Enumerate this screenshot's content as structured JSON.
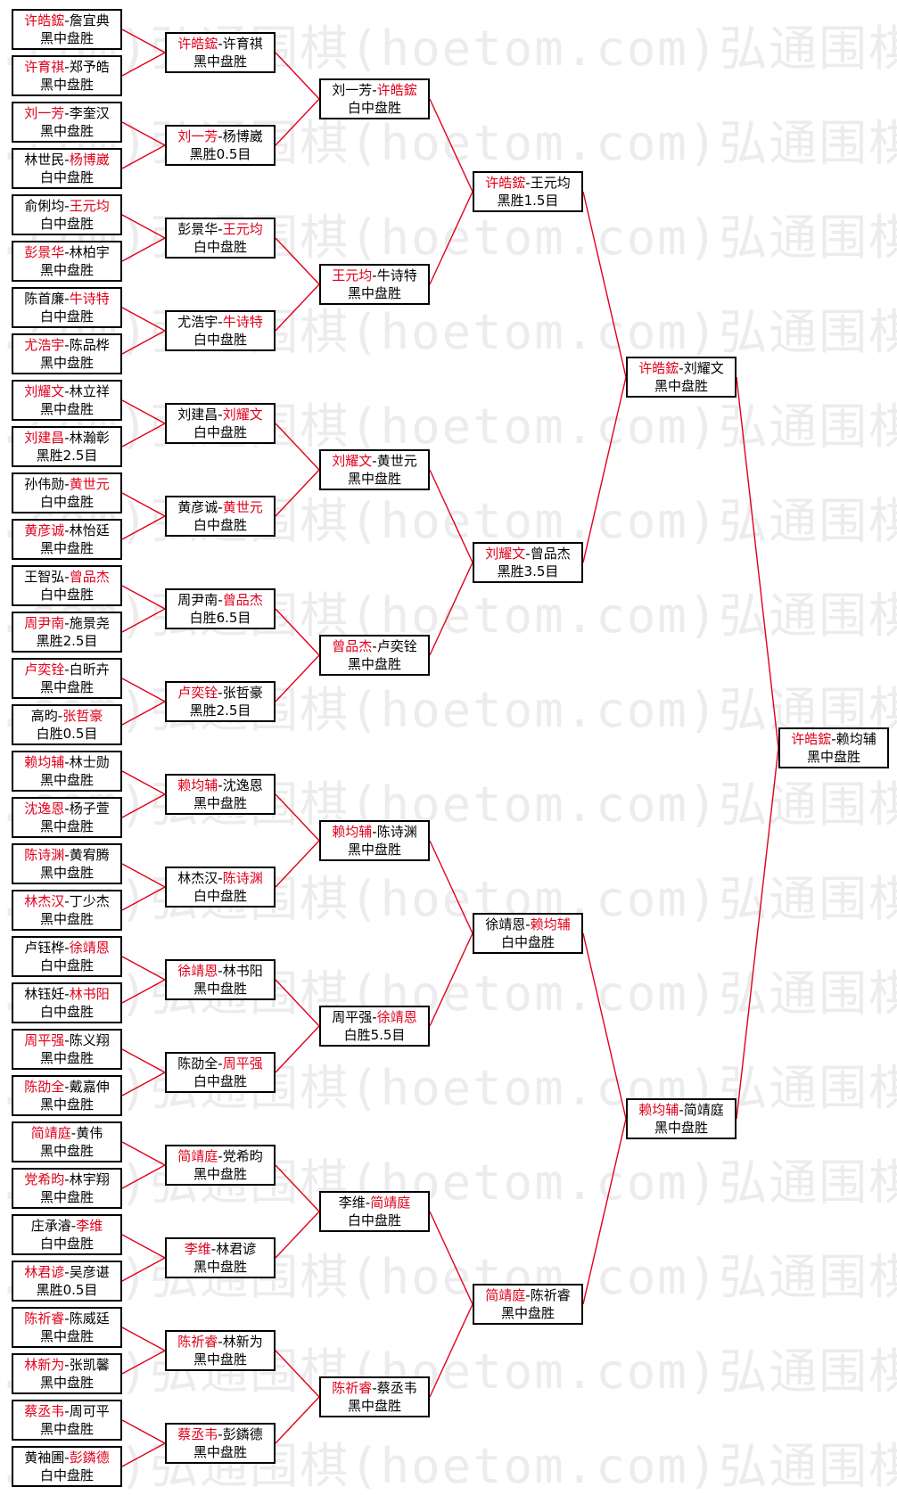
{
  "watermark": {
    "text": "弘通围棋(hoetom.com)"
  },
  "rounds": [
    [
      {
        "a": "许皓鋐",
        "b": "詹宜典",
        "winner": "a",
        "result": "黑中盘胜"
      },
      {
        "a": "许育祺",
        "b": "郑予皓",
        "winner": "a",
        "result": "黑中盘胜"
      },
      {
        "a": "刘一芳",
        "b": "李奎汉",
        "winner": "a",
        "result": "黑中盘胜"
      },
      {
        "a": "林世民",
        "b": "杨博崴",
        "winner": "b",
        "result": "白中盘胜"
      },
      {
        "a": "俞俐均",
        "b": "王元均",
        "winner": "b",
        "result": "白中盘胜"
      },
      {
        "a": "彭景华",
        "b": "林柏宇",
        "winner": "a",
        "result": "黑中盘胜"
      },
      {
        "a": "陈首廉",
        "b": "牛诗特",
        "winner": "b",
        "result": "白中盘胜"
      },
      {
        "a": "尤浩宇",
        "b": "陈品桦",
        "winner": "a",
        "result": "黑中盘胜"
      },
      {
        "a": "刘耀文",
        "b": "林立祥",
        "winner": "a",
        "result": "黑中盘胜"
      },
      {
        "a": "刘建昌",
        "b": "林瀚彰",
        "winner": "a",
        "result": "黑胜2.5目"
      },
      {
        "a": "孙伟勋",
        "b": "黄世元",
        "winner": "b",
        "result": "白中盘胜"
      },
      {
        "a": "黄彦诚",
        "b": "林怡廷",
        "winner": "a",
        "result": "黑中盘胜"
      },
      {
        "a": "王智弘",
        "b": "曾品杰",
        "winner": "b",
        "result": "白中盘胜"
      },
      {
        "a": "周尹南",
        "b": "施景尧",
        "winner": "a",
        "result": "黑胜2.5目"
      },
      {
        "a": "卢奕铨",
        "b": "白昕卉",
        "winner": "a",
        "result": "黑中盘胜"
      },
      {
        "a": "高昀",
        "b": "张哲豪",
        "winner": "b",
        "result": "白胜0.5目"
      },
      {
        "a": "赖均辅",
        "b": "林士勋",
        "winner": "a",
        "result": "黑中盘胜"
      },
      {
        "a": "沈逸恩",
        "b": "杨子萱",
        "winner": "a",
        "result": "黑中盘胜"
      },
      {
        "a": "陈诗渊",
        "b": "黄宥腾",
        "winner": "a",
        "result": "黑中盘胜"
      },
      {
        "a": "林杰汉",
        "b": "丁少杰",
        "winner": "a",
        "result": "黑中盘胜"
      },
      {
        "a": "卢钰桦",
        "b": "徐靖恩",
        "winner": "b",
        "result": "白中盘胜"
      },
      {
        "a": "林钰妊",
        "b": "林书阳",
        "winner": "b",
        "result": "白中盘胜"
      },
      {
        "a": "周平强",
        "b": "陈义翔",
        "winner": "a",
        "result": "黑中盘胜"
      },
      {
        "a": "陈劭全",
        "b": "戴嘉伸",
        "winner": "a",
        "result": "黑中盘胜"
      },
      {
        "a": "简靖庭",
        "b": "黄伟",
        "winner": "a",
        "result": "黑中盘胜"
      },
      {
        "a": "党希昀",
        "b": "林宇翔",
        "winner": "a",
        "result": "黑中盘胜"
      },
      {
        "a": "庄承濬",
        "b": "李维",
        "winner": "b",
        "result": "白中盘胜"
      },
      {
        "a": "林君谚",
        "b": "吴彦谌",
        "winner": "a",
        "result": "黑胜0.5目"
      },
      {
        "a": "陈祈睿",
        "b": "陈威廷",
        "winner": "a",
        "result": "黑中盘胜"
      },
      {
        "a": "林新为",
        "b": "张凯馨",
        "winner": "a",
        "result": "黑中盘胜"
      },
      {
        "a": "蔡丞韦",
        "b": "周可平",
        "winner": "a",
        "result": "黑中盘胜"
      },
      {
        "a": "黄袖圃",
        "b": "彭鏻德",
        "winner": "b",
        "result": "白中盘胜"
      }
    ],
    [
      {
        "a": "许皓鋐",
        "b": "许育祺",
        "winner": "a",
        "result": "黑中盘胜"
      },
      {
        "a": "刘一芳",
        "b": "杨博崴",
        "winner": "a",
        "result": "黑胜0.5目"
      },
      {
        "a": "彭景华",
        "b": "王元均",
        "winner": "b",
        "result": "白中盘胜"
      },
      {
        "a": "尤浩宇",
        "b": "牛诗特",
        "winner": "b",
        "result": "白中盘胜"
      },
      {
        "a": "刘建昌",
        "b": "刘耀文",
        "winner": "b",
        "result": "白中盘胜"
      },
      {
        "a": "黄彦诚",
        "b": "黄世元",
        "winner": "b",
        "result": "白中盘胜"
      },
      {
        "a": "周尹南",
        "b": "曾品杰",
        "winner": "b",
        "result": "白胜6.5目"
      },
      {
        "a": "卢奕铨",
        "b": "张哲豪",
        "winner": "a",
        "result": "黑胜2.5目"
      },
      {
        "a": "赖均辅",
        "b": "沈逸恩",
        "winner": "a",
        "result": "黑中盘胜"
      },
      {
        "a": "林杰汉",
        "b": "陈诗渊",
        "winner": "b",
        "result": "白中盘胜"
      },
      {
        "a": "徐靖恩",
        "b": "林书阳",
        "winner": "a",
        "result": "黑中盘胜"
      },
      {
        "a": "陈劭全",
        "b": "周平强",
        "winner": "b",
        "result": "白中盘胜"
      },
      {
        "a": "简靖庭",
        "b": "党希昀",
        "winner": "a",
        "result": "黑中盘胜"
      },
      {
        "a": "李维",
        "b": "林君谚",
        "winner": "a",
        "result": "黑中盘胜"
      },
      {
        "a": "陈祈睿",
        "b": "林新为",
        "winner": "a",
        "result": "黑中盘胜"
      },
      {
        "a": "蔡丞韦",
        "b": "彭鏻德",
        "winner": "a",
        "result": "黑中盘胜"
      }
    ],
    [
      {
        "a": "刘一芳",
        "b": "许皓鋐",
        "winner": "b",
        "result": "白中盘胜"
      },
      {
        "a": "王元均",
        "b": "牛诗特",
        "winner": "a",
        "result": "黑中盘胜"
      },
      {
        "a": "刘耀文",
        "b": "黄世元",
        "winner": "a",
        "result": "黑中盘胜"
      },
      {
        "a": "曾品杰",
        "b": "卢奕铨",
        "winner": "a",
        "result": "黑中盘胜"
      },
      {
        "a": "赖均辅",
        "b": "陈诗渊",
        "winner": "a",
        "result": "黑中盘胜"
      },
      {
        "a": "周平强",
        "b": "徐靖恩",
        "winner": "b",
        "result": "白胜5.5目"
      },
      {
        "a": "李维",
        "b": "简靖庭",
        "winner": "b",
        "result": "白中盘胜"
      },
      {
        "a": "陈祈睿",
        "b": "蔡丞韦",
        "winner": "a",
        "result": "黑中盘胜"
      }
    ],
    [
      {
        "a": "许皓鋐",
        "b": "王元均",
        "winner": "a",
        "result": "黑胜1.5目"
      },
      {
        "a": "刘耀文",
        "b": "曾品杰",
        "winner": "a",
        "result": "黑胜3.5目"
      },
      {
        "a": "徐靖恩",
        "b": "赖均辅",
        "winner": "b",
        "result": "白中盘胜"
      },
      {
        "a": "简靖庭",
        "b": "陈祈睿",
        "winner": "a",
        "result": "黑中盘胜"
      }
    ],
    [
      {
        "a": "许皓鋐",
        "b": "刘耀文",
        "winner": "a",
        "result": "黑中盘胜"
      },
      {
        "a": "赖均辅",
        "b": "简靖庭",
        "winner": "a",
        "result": "黑中盘胜"
      }
    ],
    [
      {
        "a": "许皓鋐",
        "b": "赖均辅",
        "winner": "a",
        "result": "黑中盘胜"
      }
    ]
  ]
}
